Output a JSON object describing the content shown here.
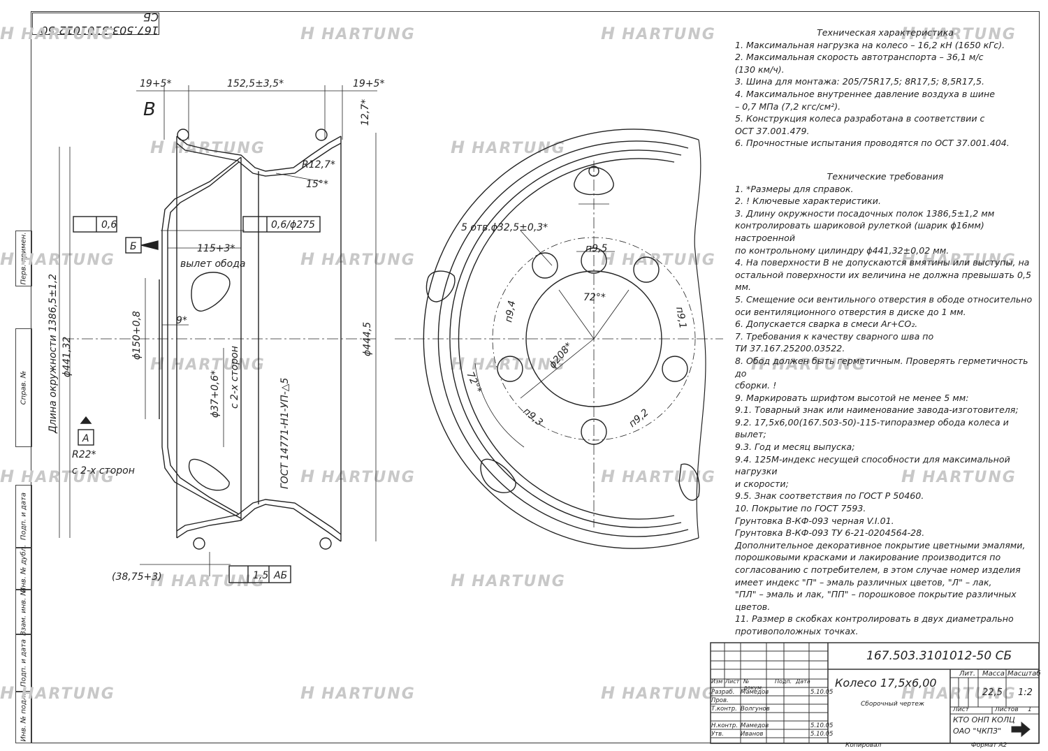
{
  "stamp": {
    "code": "167.503.3101012-50 СБ"
  },
  "watermark": {
    "text": "HARTUNG",
    "logo": "H"
  },
  "side_labels": [
    "Перв. примен.",
    "Справ. №",
    "Подп. и дата",
    "Инв. № дубл.",
    "Взам. инв. №",
    "Подп. и дата",
    "Инв. № подл."
  ],
  "drawing_left": {
    "view_letter": "В",
    "dim_top": [
      "19+5*",
      "152,5±3,5*",
      "19+5*"
    ],
    "dim_right_top": "12,7*",
    "radius": "R12,7*",
    "angle": "15°*",
    "tol1": "0,6",
    "tol2": "0,6/ϕ275",
    "datum_b": "Б",
    "offset": "115+3*",
    "offset_label": "вылет обода",
    "dim_9": "9*",
    "circumference": "Длина окружности 1386,5±1,2",
    "d44132": "ϕ441,32",
    "d150": "ϕ150+0,8",
    "d37": "ϕ37+0,6*",
    "both_sides1": "с 2-х сторон",
    "gost_weld": "ГОСТ 14771-Н1-УП-△5",
    "d4445": "ϕ444,5",
    "datum_a": "А",
    "r22": "R22*",
    "both_sides2": "с 2-х сторон",
    "dim_3875": "(38,75+3)",
    "runout": "1,5",
    "runout_ref": "АБ"
  },
  "drawing_right": {
    "holes": "5 отв.ϕ32,5±0,3*",
    "n95": "п9,5",
    "n94": "п9,4",
    "n91": "п9,1",
    "n93": "п9,3",
    "n92": "п9,2",
    "angle1": "72°*",
    "angle2": "72°*",
    "d208": "ϕ208*"
  },
  "tech_characteristics": {
    "heading": "Техническая характеристика",
    "lines": [
      "1. Максимальная нагрузка на колесо – 16,2 кН (1650 кГс).",
      "2. Максимальная скорость автотранспорта – 36,1 м/с",
      "(130 км/ч).",
      "3. Шина для монтажа: 205/75R17,5; 8R17,5; 8,5R17,5.",
      "4. Максимальное внутреннее давление воздуха в шине",
      "– 0,7 МПа (7,2 кгс/см²).",
      "5. Конструкция колеса разработана в соответствии с",
      "ОСТ 37.001.479.",
      "6. Прочностные испытания проводятся по ОСТ 37.001.404."
    ]
  },
  "tech_requirements": {
    "heading": "Технические требования",
    "lines": [
      "1. *Размеры для справок.",
      "2. ! Ключевые характеристики.",
      "3. Длину окружности посадочных полок 1386,5±1,2 мм",
      "контролировать шариковой рулеткой (шарик ϕ16мм) настроенной",
      "по контрольному цилиндру ϕ441,32±0,02 мм.",
      "4. На поверхности В не допускаются вмятины или выступы, на",
      "остальной поверхности их величина не должна превышать 0,5 мм.",
      "5. Смещение оси вентильного отверстия в ободе относительно",
      "оси вентиляционного отверстия в диске до 1 мм.",
      "6. Допускается сварка в смеси Ar+CO₂.",
      "7. Требования к качеству сварного шва по",
      "ТИ 37.167.25200.03522.",
      "8. Обод должен быть герметичным. Проверять герметичность до",
      "сборки. !",
      "9. Маркировать шрифтом высотой не менее 5 мм:",
      "9.1. Товарный знак или наименование завода-изготовителя;",
      "9.2. 17,5х6,00(167.503-50)-115-типоразмер обода колеса и вылет;",
      "9.3. Год и месяц выпуска;",
      "9.4. 125М-индекс несущей способности для максимальной нагрузки",
      "и скорости;",
      "9.5. Знак соответствия по ГОСТ Р 50460.",
      "10. Покрытие по ГОСТ 7593.",
      "Грунтовка В-КФ-093 черная V.I.01.",
      "Грунтовка В-КФ-093 ТУ 6-21-0204564-28.",
      "Дополнительное декоративное покрытие цветными эмалями,",
      "порошковыми красками и лакирование производится по",
      "согласованию с потребителем, в этом случае номер изделия",
      "имеет индекс \"П\" – эмаль различных цветов, \"Л\" – лак,",
      "\"ПЛ\" – эмаль и лак, \"ПП\" – порошковое покрытие различных",
      "цветов.",
      "11. Размер в скобках контролировать в двух диаметрально",
      "противоположных точках."
    ]
  },
  "title_block": {
    "designation": "167.503.3101012-50 СБ",
    "name": "Колесо 17,5х6,00",
    "doc_type": "Сборочный чертеж",
    "col_headers": [
      "Изм",
      "Лист",
      "№ докум.",
      "Подп.",
      "Дата"
    ],
    "lit": "Лит.",
    "mass_label": "Масса",
    "scale_label": "Масштаб",
    "mass": "22,5",
    "scale": "1:2",
    "sheet_label": "Лист",
    "sheets_label": "Листов",
    "sheets": "1",
    "roles": [
      {
        "role": "Разраб.",
        "name": "Мамедов",
        "date": "5.10.05"
      },
      {
        "role": "Пров.",
        "name": "",
        "date": ""
      },
      {
        "role": "Т.контр.",
        "name": "Волгунов",
        "date": ""
      },
      {
        "role": "",
        "name": "",
        "date": ""
      },
      {
        "role": "Н.контр.",
        "name": "Мамедов",
        "date": "5.10.05"
      },
      {
        "role": "Утв.",
        "name": "Иванов",
        "date": "5.10.05"
      }
    ],
    "org1": "КТО ОНП КОЛЦ",
    "org2": "ОАО \"ЧКПЗ\"",
    "copied": "Копировал",
    "format": "Формат А2"
  },
  "colors": {
    "ink": "#222222",
    "watermark": "#c8c8c8"
  }
}
